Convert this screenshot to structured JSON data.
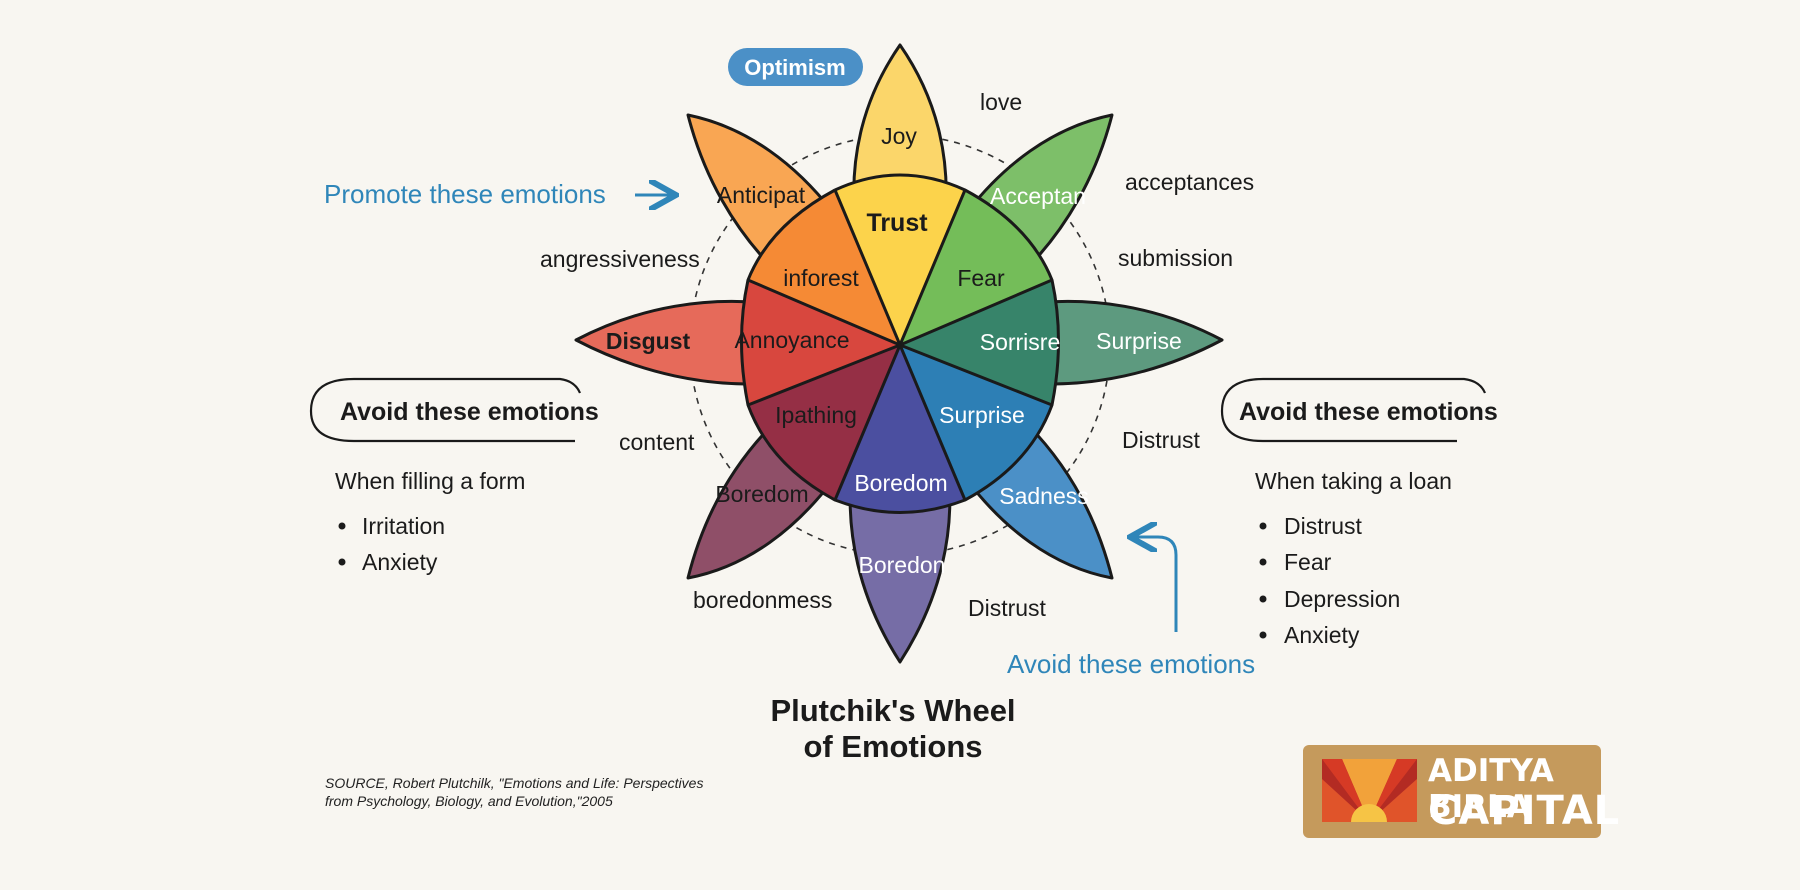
{
  "title": {
    "line1": "Plutchik's Wheel",
    "line2": "of Emotions"
  },
  "badge": "Optimism",
  "petal_labels": {
    "joy": "Joy",
    "trust": "Trust",
    "anticipat": "Anticipat",
    "inforest": "inforest",
    "acceptan": "Acceptan",
    "fear": "Fear",
    "disgust": "Disgust",
    "annoyance": "Annoyance",
    "surprise_right": "Surprise",
    "sorrisre": "Sorrisre",
    "ipathing": "Ipathing",
    "surprise_inner": "Surprise",
    "boredom_left": "Boredom",
    "boredom_center": "Boredom",
    "sadness": "Sadness",
    "boredon": "Boredon"
  },
  "dyads": {
    "love": "love",
    "acceptances": "acceptances",
    "submission": "submission",
    "distrust_right": "Distrust",
    "distrust_bottom": "Distrust",
    "boredonmess": "boredonmess",
    "content": "content",
    "angressiveness": "angressiveness"
  },
  "promote_label": "Promote these emotions",
  "left_box": {
    "heading": "Avoid these emotions",
    "context": "When filling a form",
    "items": [
      "Irritation",
      "Anxiety"
    ]
  },
  "right_box": {
    "heading": "Avoid these emotions",
    "context": "When taking a loan",
    "items": [
      "Distrust",
      "Fear",
      "Depression",
      "Anxiety"
    ]
  },
  "avoid_label_blue": "Avoid these emotions",
  "source": {
    "line1": "SOURCE, Robert Plutchilk, \"Emotions and Life: Perspectives",
    "line2": "from Psychology, Biology, and Evolution,\"2005"
  },
  "logo": {
    "line1": "ADITYA BIRLA",
    "line2": "CAPITAL"
  },
  "colors": {
    "joy": "#fbd66a",
    "trust": "#fcd34b",
    "anticipation": "#f9a653",
    "interest": "#f58a35",
    "acceptance": "#7dbf69",
    "fear": "#74bd59",
    "disgust": "#e66a5a",
    "annoyance": "#d8473e",
    "surprise_outer": "#5d9a7f",
    "surprise_inner": "#37846a",
    "boredom_outer": "#8f4f68",
    "boredom_inner": "#952f45",
    "sadness_outer": "#4b90c7",
    "sadness_inner": "#2d7fb5",
    "vigilance_outer": "#766da6",
    "vigilance_inner": "#4b4fa0",
    "accent_blue": "#2f86b9"
  }
}
